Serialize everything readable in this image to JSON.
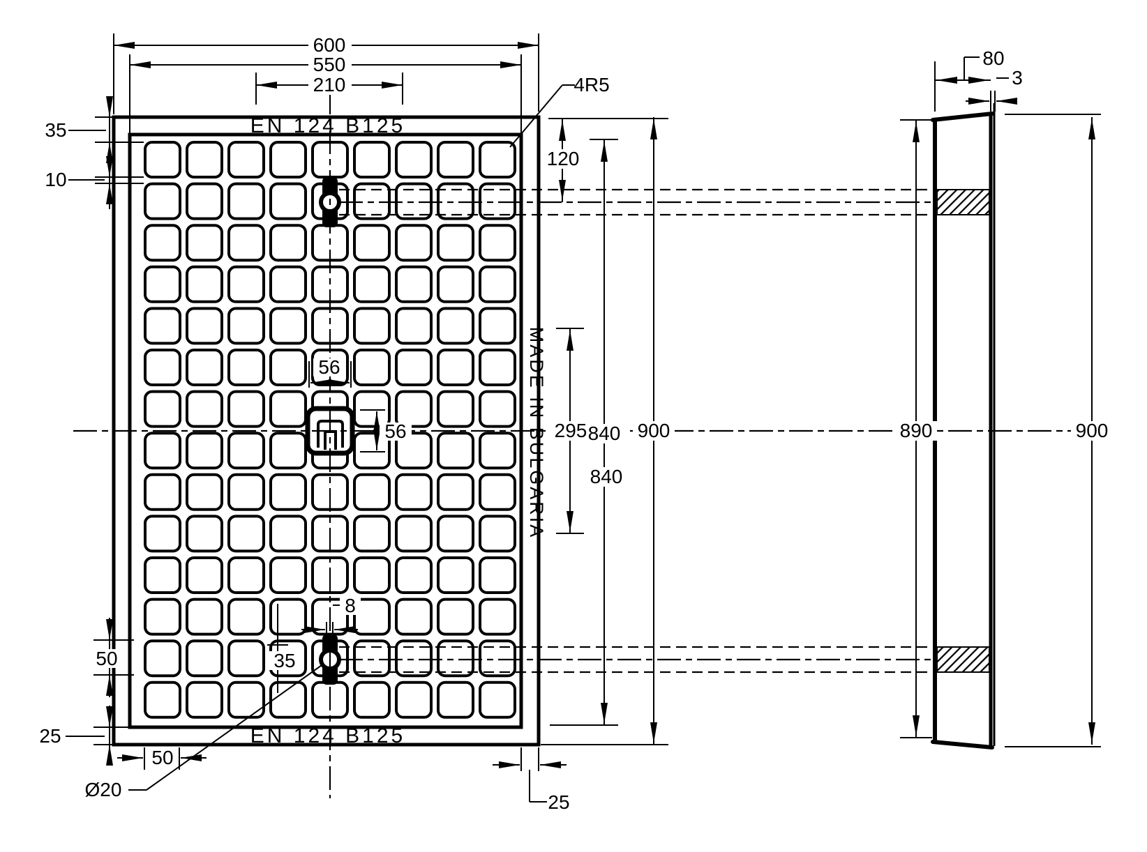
{
  "drawing": {
    "marking_top": "EN 124 B125",
    "marking_bottom": "EN 124 B125",
    "marking_side": "MADE IN BULGARIA",
    "dims": {
      "outer_width": "600",
      "cover_width": "550",
      "top_span": "210",
      "frame_step": "35",
      "rib": "10",
      "hinge_from_top": "120",
      "corner_radius": "4R5",
      "lock_w": "56",
      "lock_h": "56",
      "key_span": "295",
      "cover_height": "840",
      "cover_height_2": "840",
      "outer_height": "900",
      "slot_w": "8",
      "hinge_inset": "35",
      "hinge_zone": "50",
      "frame_bottom_step": "25",
      "edge_offset": "50",
      "hole_dia": "Ø20",
      "frame_side_step": "25",
      "profile_width": "80",
      "lip": "3",
      "profile_inner_height": "890",
      "profile_height": "900"
    }
  },
  "grid": {
    "rows": 14,
    "cols": 9
  },
  "colors": {
    "ink": "#000000",
    "paper": "#ffffff"
  }
}
